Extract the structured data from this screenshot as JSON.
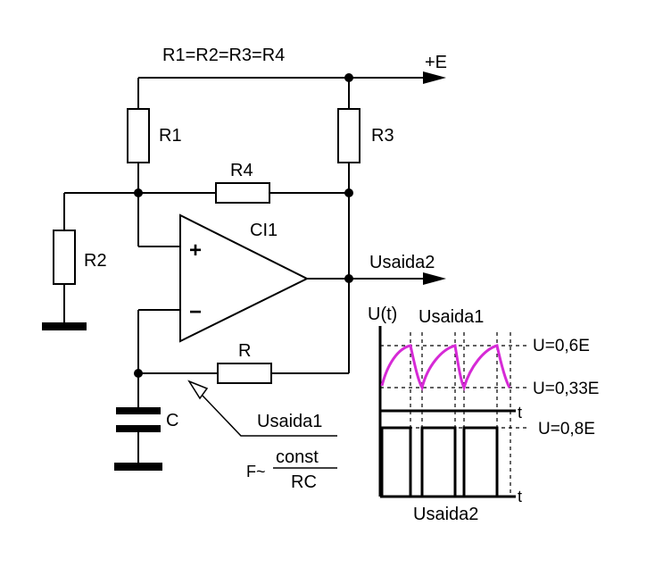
{
  "labels": {
    "equal_note": "R1=R2=R3=R4",
    "supply": "+E",
    "r1": "R1",
    "r2": "R2",
    "r3": "R3",
    "r4": "R4",
    "ic": "CI1",
    "plus": "+",
    "minus": "−",
    "r": "R",
    "c": "C",
    "out2": "Usaida2",
    "out1": "Usaida1",
    "freq_prefix": "F~",
    "freq_num": "const",
    "freq_den": "RC"
  },
  "graph": {
    "ylabel": "U(t)",
    "top_title": "Usaida1",
    "bottom_title": "Usaida2",
    "t1": "t",
    "t2": "t",
    "level_high": "U=0,6E",
    "level_low": "U=0,33E",
    "level_out": "U=0,8E"
  },
  "colors": {
    "wave": "#d62ad6",
    "line": "#000000"
  }
}
